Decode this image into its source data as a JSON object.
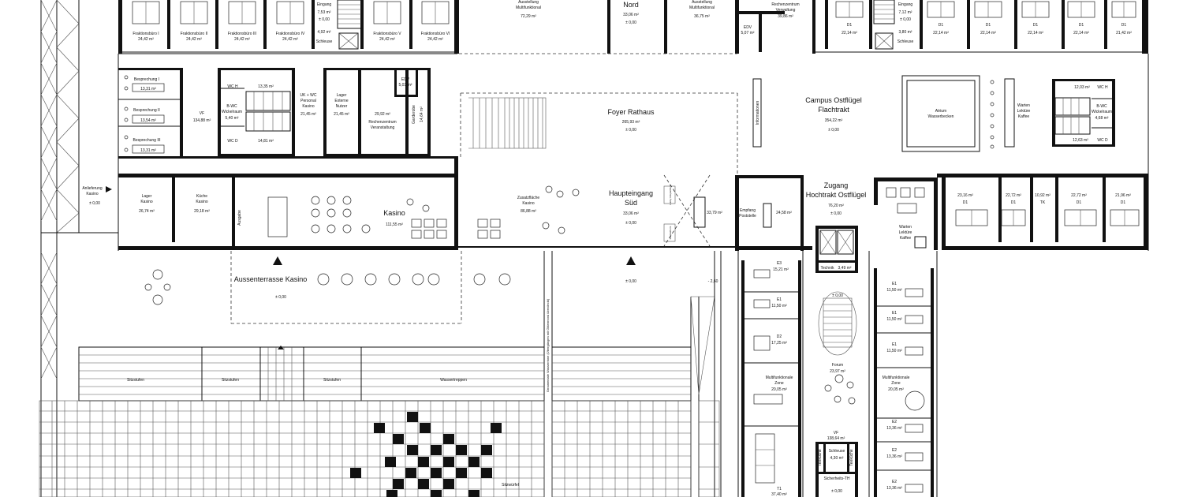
{
  "labels": {
    "fraktion1": {
      "name": "Fraktionsbüro I",
      "area": "24,42 m²"
    },
    "fraktion2": {
      "name": "Fraktionsbüro II",
      "area": "24,42 m²"
    },
    "fraktion3": {
      "name": "Fraktionsbüro III",
      "area": "24,42 m²"
    },
    "fraktion4": {
      "name": "Fraktionsbüro IV",
      "area": "24,42 m²"
    },
    "eingangW": {
      "name": "Eingang",
      "area": "7,53 m²",
      "level": "± 0,00"
    },
    "schleuseW": {
      "name": "Schleuse",
      "area": "4,92 m²"
    },
    "fraktion5": {
      "name": "Fraktionsbüro V",
      "area": "24,42 m²"
    },
    "fraktion6": {
      "name": "Fraktionsbüro VI",
      "area": "24,42 m²"
    },
    "ausstW": {
      "name1": "Ausstellung",
      "name2": "Multifunktional",
      "area": "72,29 m²"
    },
    "nord": {
      "name": "Nord",
      "area": "33,06 m²",
      "level": "± 0,00"
    },
    "ausstE": {
      "name1": "Ausstellung",
      "name2": "Multifunktional",
      "area": "36,75 m²"
    },
    "edvN": {
      "name": "EDV",
      "area": "5,07 m²"
    },
    "rechenN": {
      "name1": "Rechenzentrum",
      "name2": "Verwaltung",
      "area": "39,86 m²"
    },
    "d1top1": {
      "name": "D1",
      "area": "22,14 m²"
    },
    "eingangE": {
      "name": "Eingang",
      "area": "7,12 m²",
      "level": "± 0,00"
    },
    "schleuseE": {
      "name": "Schleuse",
      "area": "3,80 m²"
    },
    "d1top2": {
      "name": "D1",
      "area": "22,14 m²"
    },
    "d1top3": {
      "name": "D1",
      "area": "22,14 m²"
    },
    "d1top4": {
      "name": "D1",
      "area": "22,14 m²"
    },
    "d1top5": {
      "name": "D1",
      "area": "22,14 m²"
    },
    "d1top6": {
      "name": "D1",
      "area": "21,42 m²"
    },
    "bespr1": {
      "name": "Besprechung I",
      "area": "13,31 m²"
    },
    "bespr2": {
      "name": "Besprechung II",
      "area": "13,54 m²"
    },
    "bespr3": {
      "name": "Besprechung III",
      "area": "13,31 m²"
    },
    "vfW": {
      "name": "VF",
      "area": "134,88 m²"
    },
    "wchW": {
      "name": "WC H",
      "area": "13,35 m²"
    },
    "bwcW": {
      "name1": "B-WC",
      "name2": "Wickelraum",
      "area": "5,40 m²"
    },
    "wcdW": {
      "name": "WC D",
      "area": "14,81 m²"
    },
    "ukwc": {
      "name1": "UK + WC",
      "name2": "Personal",
      "name3": "Kasino",
      "area": "21,45 m²"
    },
    "lager": {
      "name1": "Lager",
      "name2": "Externe",
      "name3": "Nutzer",
      "area": "21,45 m²"
    },
    "rechenV": {
      "area": "29,92 m²",
      "name1": "Rechenzentrum",
      "name2": "Veranstaltung"
    },
    "edvM": {
      "name": "EDV",
      "area": "5,03 m²"
    },
    "garderobe": {
      "name": "Garderobe",
      "area": "14,64 m²"
    },
    "foyer": {
      "name": "Foyer Rathaus",
      "area": "265,93 m²",
      "level": "± 0,00"
    },
    "information": {
      "name": "Informationen"
    },
    "campus": {
      "name1": "Campus Ostflügel",
      "name2": "Flachtrakt",
      "area": "354,22 m²",
      "level": "± 0,00"
    },
    "atrium": {
      "name1": "Atrium",
      "name2": "Wasserbecken"
    },
    "wartenN": {
      "name1": "Warten",
      "name2": "Lektüre",
      "name3": "Kaffee"
    },
    "wchE": {
      "name": "WC H",
      "area": "12,03 m²"
    },
    "bwcE": {
      "name1": "B-WC",
      "name2": "Wickelraum",
      "area": "4,68 m²"
    },
    "wcdE": {
      "name": "WC D",
      "area": "12,63 m²"
    },
    "anlieferung": {
      "name1": "Anlieferung",
      "name2": "Kasino",
      "level": "± 0,00"
    },
    "lagerK": {
      "name1": "Lager",
      "name2": "Kasino",
      "area": "26,74 m²"
    },
    "kueche": {
      "name1": "Küche",
      "name2": "Kasino",
      "area": "29,18 m²"
    },
    "ausgabe": {
      "name": "Ausgabe"
    },
    "kasino": {
      "name": "Kasino",
      "area": "111,55 m²"
    },
    "zusatz": {
      "name1": "Zusatzfläche",
      "name2": "Kasino",
      "area": "86,88 m²"
    },
    "haupt": {
      "name1": "Haupteingang",
      "name2": "Süd",
      "area": "33,06 m²",
      "level": "± 0,00"
    },
    "lobbyA": {
      "name": "Lobby Infoplattform"
    },
    "lobbyB": {
      "name": "Infoplattform"
    },
    "r3379": {
      "area": "33,79 m²"
    },
    "empfang": {
      "name1": "Empfang",
      "name2": "Poststelle"
    },
    "r2458": {
      "area": "24,58 m²"
    },
    "zugang": {
      "name1": "Zugang",
      "name2": "Hochtrakt Ostflügel",
      "area": "76,20 m²",
      "level": "± 0,00"
    },
    "wartenS": {
      "name1": "Warten",
      "name2": "Lektüre",
      "name3": "Kaffee"
    },
    "r2316": {
      "area": "23,16 m²",
      "name": "D1"
    },
    "r2272a": {
      "area": "22,72 m²",
      "name": "D1"
    },
    "tk": {
      "area": "10,92 m²",
      "name": "TK"
    },
    "r2272b": {
      "area": "22,72 m²",
      "name": "D1"
    },
    "r2196": {
      "area": "21,96 m²",
      "name": "D1"
    },
    "terrasse": {
      "name": "Aussenterrasse Kasino",
      "level": "± 0,00"
    },
    "level0a": {
      "level": "± 0,00"
    },
    "level260": {
      "level": "- 2,60"
    },
    "e3": {
      "name": "E3",
      "area": "15,21 m²"
    },
    "technik": {
      "name": "Technik",
      "area": "3,49 m²"
    },
    "e1a": {
      "name": "E1",
      "area": "11,50 m²"
    },
    "d2": {
      "name": "D2",
      "area": "17,25 m²"
    },
    "e1b": {
      "name": "E1",
      "area": "11,50 m²"
    },
    "e1c": {
      "name": "E1",
      "area": "11,50 m²"
    },
    "e1d": {
      "name": "E1",
      "area": "11,50 m²"
    },
    "forum": {
      "name": "Forum",
      "area": "23,97 m²"
    },
    "level0b": {
      "level": "± 0,00"
    },
    "mzW": {
      "name1": "Multifunktionale",
      "name2": "Zone",
      "area": "20,05 m²"
    },
    "mzE": {
      "name1": "Multifunktionale",
      "name2": "Zone",
      "area": "20,05 m²"
    },
    "vfE": {
      "name": "VF",
      "area": "138,64 m²"
    },
    "schleuseS": {
      "name": "Schleuse",
      "area": "4,30 m²"
    },
    "teekueche1": {
      "name": "Teeküche"
    },
    "teekueche2": {
      "name": "Teeküche"
    },
    "sicherheit": {
      "name": "Sicherheits-TH",
      "level": "± 0,00"
    },
    "e2a": {
      "name": "E2",
      "area": "13,36 m²"
    },
    "e2b": {
      "name": "E2",
      "area": "13,36 m²"
    },
    "e2c": {
      "name": "E2",
      "area": "13,36 m²"
    },
    "t1": {
      "name": "T1",
      "area": "37,40 m²"
    },
    "sitz1": {
      "name": "Sitzstufen"
    },
    "sitz2": {
      "name": "Sitzstufen"
    },
    "sitz3": {
      "name": "Sitzstufen"
    },
    "wassertreppen": {
      "name": "Wassertreppen"
    },
    "sitzwuerfel": {
      "name": "Sitzwürfel"
    },
    "ornament": {
      "name": "Ornamentale Wasserrinne (Übergängen mit Gittermrost überdeckt)"
    }
  }
}
